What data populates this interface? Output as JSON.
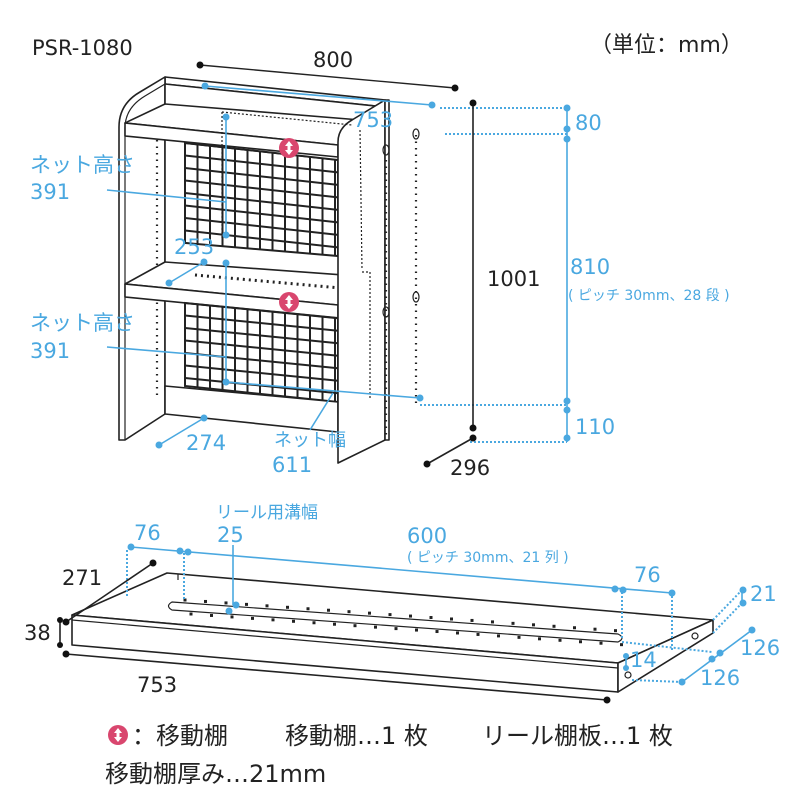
{
  "model": "PSR-1080",
  "unit": "（単位：mm）",
  "colors": {
    "dimension": "#4aa8e0",
    "movable_shelf_mark": "#d9466e",
    "outline": "#222222"
  },
  "rack": {
    "width": "800",
    "inner_width": "753",
    "net_height_label_1": "ネット高さ",
    "net_height_1": "391",
    "net_height_label_2": "ネット高さ",
    "net_height_2": "391",
    "shelf_depth": "253",
    "bottom_depth": "274",
    "net_width_label": "ネット幅",
    "net_width": "611",
    "height": "1001",
    "depth": "296",
    "top_offset": "80",
    "pitch_range": "810",
    "pitch_note": "( ピッチ 30mm、28 段 )",
    "bottom_offset": "110"
  },
  "reel_shelf": {
    "groove_label": "リール用溝幅",
    "groove_width": "25",
    "left_margin": "76",
    "span": "600",
    "pitch_note": "( ピッチ 30mm、21 列 )",
    "right_margin": "76",
    "depth": "271",
    "thickness": "38",
    "width": "753",
    "edge_21": "21",
    "edge_14": "14",
    "hole_126_a": "126",
    "hole_126_b": "126"
  },
  "legend": {
    "mark_label": "：移動棚",
    "movable_count": "移動棚…1 枚",
    "reel_count": "リール棚板…1 枚",
    "thickness": "移動棚厚み…21mm"
  }
}
